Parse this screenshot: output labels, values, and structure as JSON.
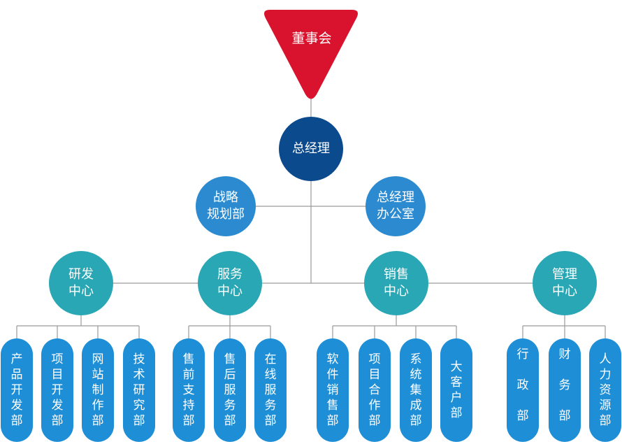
{
  "top": {
    "label": "董事会",
    "color": "#d9132e"
  },
  "gm": {
    "label": "总经理",
    "color": "#0c4a8e"
  },
  "staff": [
    {
      "label": "战略\n规划部"
    },
    {
      "label": "总经理\n办公室"
    }
  ],
  "centers": [
    {
      "label": "研发\n中心"
    },
    {
      "label": "服务\n中心"
    },
    {
      "label": "销售\n中心"
    },
    {
      "label": "管理\n中心"
    }
  ],
  "departments": [
    "产品开发部",
    "项目开发部",
    "网站制作部",
    "技术研究部",
    "售前支持部",
    "售后服务部",
    "在线服务部",
    "软件销售部",
    "项目合作部",
    "系统集成部",
    "大客户部",
    "行政部",
    "财务部",
    "人力资源部"
  ],
  "colors": {
    "staff": "#2b8ad0",
    "center": "#2aa7b4",
    "department": "#1e8fd6",
    "line": "#9a9a9a"
  }
}
